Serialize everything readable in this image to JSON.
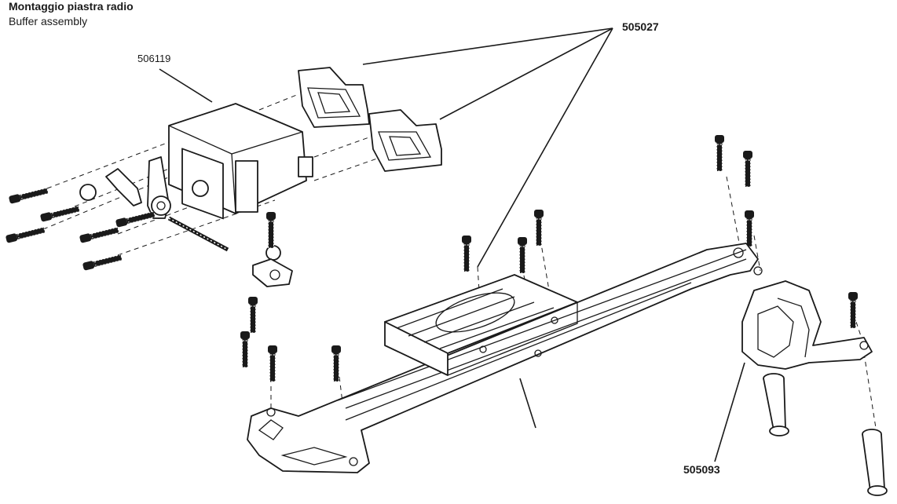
{
  "header": {
    "title": "Montaggio piastra radio",
    "subtitle": "Buffer assembly"
  },
  "part_codes": {
    "servo": "506119",
    "buffer_blocks": "505027",
    "chassis_plate": "505093"
  },
  "icons": [
    "servo-icon",
    "screw-icon",
    "ball-link-icon",
    "servo-horn-icon",
    "chassis-plate-icon",
    "shock-tower-icon",
    "spacer-post-icon"
  ]
}
